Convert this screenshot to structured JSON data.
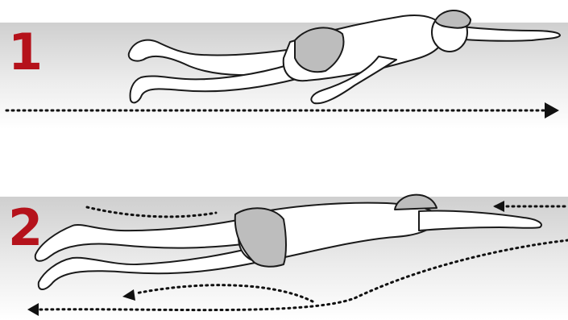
{
  "accent_color": "#b5121b",
  "panels": [
    {
      "number": "1",
      "description_icon": "swimmer-glide-icon",
      "arrows": [
        {
          "direction": "right",
          "style": "dotted"
        }
      ]
    },
    {
      "number": "2",
      "description_icon": "swimmer-undulation-icon",
      "arrows": [
        {
          "direction": "left",
          "style": "dotted"
        },
        {
          "direction": "left",
          "style": "dotted"
        },
        {
          "direction": "left",
          "style": "dotted"
        }
      ]
    }
  ]
}
